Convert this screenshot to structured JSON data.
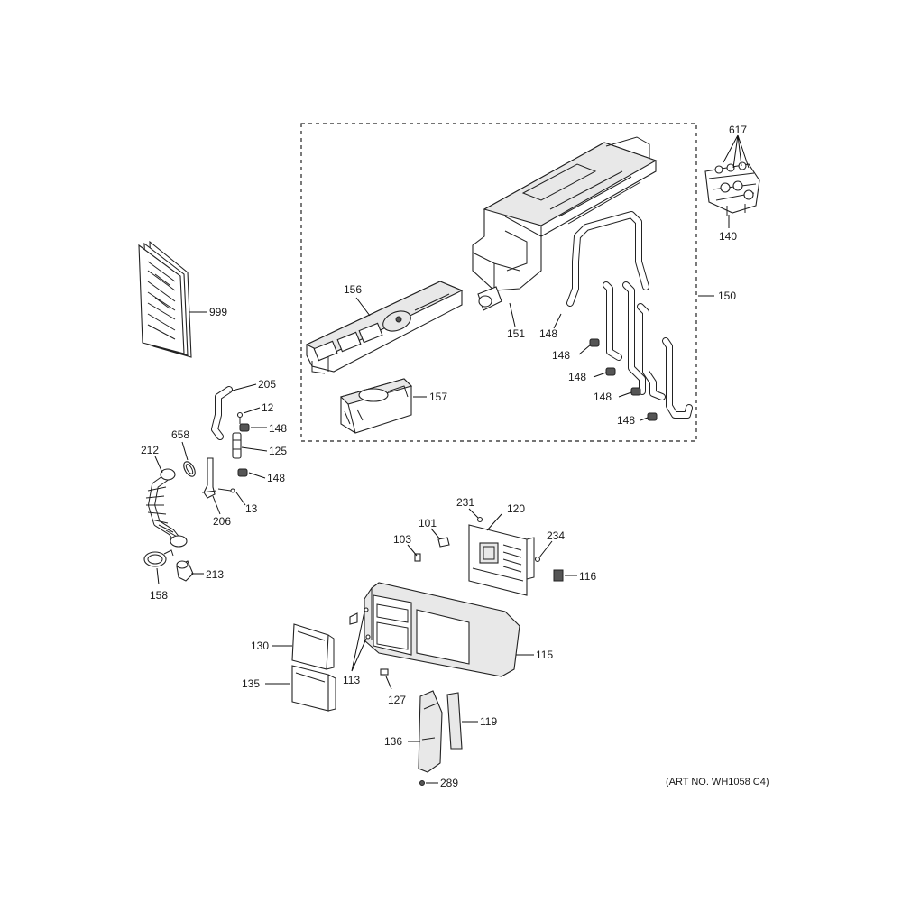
{
  "art_number": "(ART NO. WH1058 C4)",
  "callouts": {
    "c617": "617",
    "c140": "140",
    "c150": "150",
    "c156": "156",
    "c151": "151",
    "c148_top": "148",
    "c148_a": "148",
    "c148_b": "148",
    "c148_c": "148",
    "c148_d": "148",
    "c157": "157",
    "c999": "999",
    "c205": "205",
    "c12": "12",
    "c148_e": "148",
    "c125": "125",
    "c148_f": "148",
    "c658": "658",
    "c212": "212",
    "c206": "206",
    "c13": "13",
    "c158": "158",
    "c213": "213",
    "c231": "231",
    "c120": "120",
    "c101": "101",
    "c103": "103",
    "c234": "234",
    "c116": "116",
    "c130": "130",
    "c135": "135",
    "c113": "113",
    "c115": "115",
    "c127": "127",
    "c119": "119",
    "c136": "136",
    "c289": "289"
  }
}
